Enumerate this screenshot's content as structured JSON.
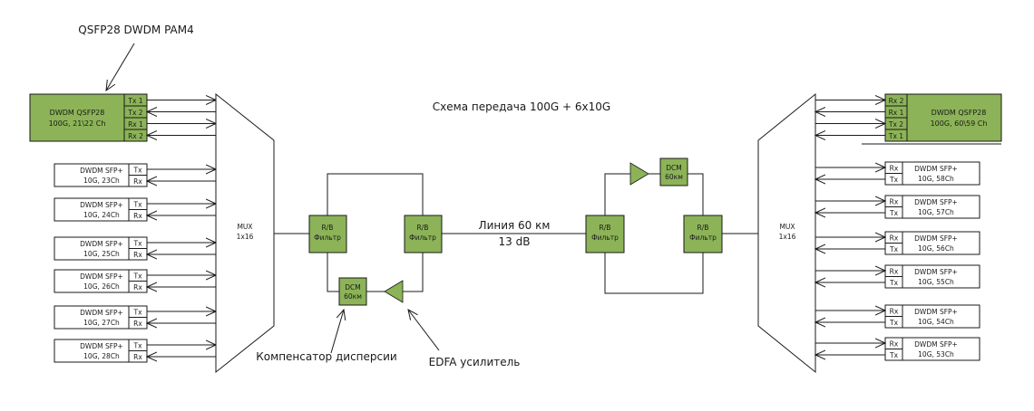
{
  "title": "Схема передача 100G + 6x10G",
  "colors": {
    "green": "#8cb357",
    "stroke": "#1a1a1a",
    "text": "#1a1a1a"
  },
  "annotations": {
    "qsfp_label": "QSFP28 DWDM PAM4",
    "dispersion_compensator": "Компенсатор дисперсии",
    "edfa": "EDFA усилитель"
  },
  "line": {
    "label": "Линия 60 км",
    "loss": "13 dB"
  },
  "left": {
    "qsfp": {
      "name": "DWDM QSFP28",
      "spec": "100G, 21\\22 Ch",
      "ports": [
        "Tx 1",
        "Tx 2",
        "Rx 1",
        "Rx 2"
      ]
    },
    "sfps": [
      {
        "name": "DWDM SFP+",
        "spec": "10G, 23Ch",
        "ports": [
          "Tx",
          "Rx"
        ]
      },
      {
        "name": "DWDM SFP+",
        "spec": "10G, 24Ch",
        "ports": [
          "Tx",
          "Rx"
        ]
      },
      {
        "name": "DWDM SFP+",
        "spec": "10G, 25Ch",
        "ports": [
          "Tx",
          "Rx"
        ]
      },
      {
        "name": "DWDM SFP+",
        "spec": "10G, 26Ch",
        "ports": [
          "Tx",
          "Rx"
        ]
      },
      {
        "name": "DWDM SFP+",
        "spec": "10G, 27Ch",
        "ports": [
          "Tx",
          "Rx"
        ]
      },
      {
        "name": "DWDM SFP+",
        "spec": "10G, 28Ch",
        "ports": [
          "Tx",
          "Rx"
        ]
      }
    ],
    "mux": {
      "line1": "MUX",
      "line2": "1x16"
    },
    "filter_a": {
      "line1": "R/B",
      "line2": "Фильтр"
    },
    "filter_b": {
      "line1": "R/B",
      "line2": "Фильтр"
    },
    "dcm": {
      "line1": "DCM",
      "line2": "60км"
    }
  },
  "right": {
    "qsfp": {
      "name": "DWDM QSFP28",
      "spec": "100G, 60\\59 Ch",
      "ports": [
        "Rx 2",
        "Rx 1",
        "Tx 2",
        "Tx 1"
      ]
    },
    "sfps": [
      {
        "name": "DWDM SFP+",
        "spec": "10G, 58Ch",
        "ports": [
          "Rx",
          "Tx"
        ]
      },
      {
        "name": "DWDM SFP+",
        "spec": "10G, 57Ch",
        "ports": [
          "Rx",
          "Tx"
        ]
      },
      {
        "name": "DWDM SFP+",
        "spec": "10G, 56Ch",
        "ports": [
          "Rx",
          "Tx"
        ]
      },
      {
        "name": "DWDM SFP+",
        "spec": "10G, 55Ch",
        "ports": [
          "Rx",
          "Tx"
        ]
      },
      {
        "name": "DWDM SFP+",
        "spec": "10G, 54Ch",
        "ports": [
          "Rx",
          "Tx"
        ]
      },
      {
        "name": "DWDM SFP+",
        "spec": "10G, 53Ch",
        "ports": [
          "Rx",
          "Tx"
        ]
      }
    ],
    "mux": {
      "line1": "MUX",
      "line2": "1x16"
    },
    "filter_a": {
      "line1": "R/B",
      "line2": "Фильтр"
    },
    "filter_b": {
      "line1": "R/B",
      "line2": "Фильтр"
    },
    "dcm": {
      "line1": "DCM",
      "line2": "60км"
    }
  }
}
